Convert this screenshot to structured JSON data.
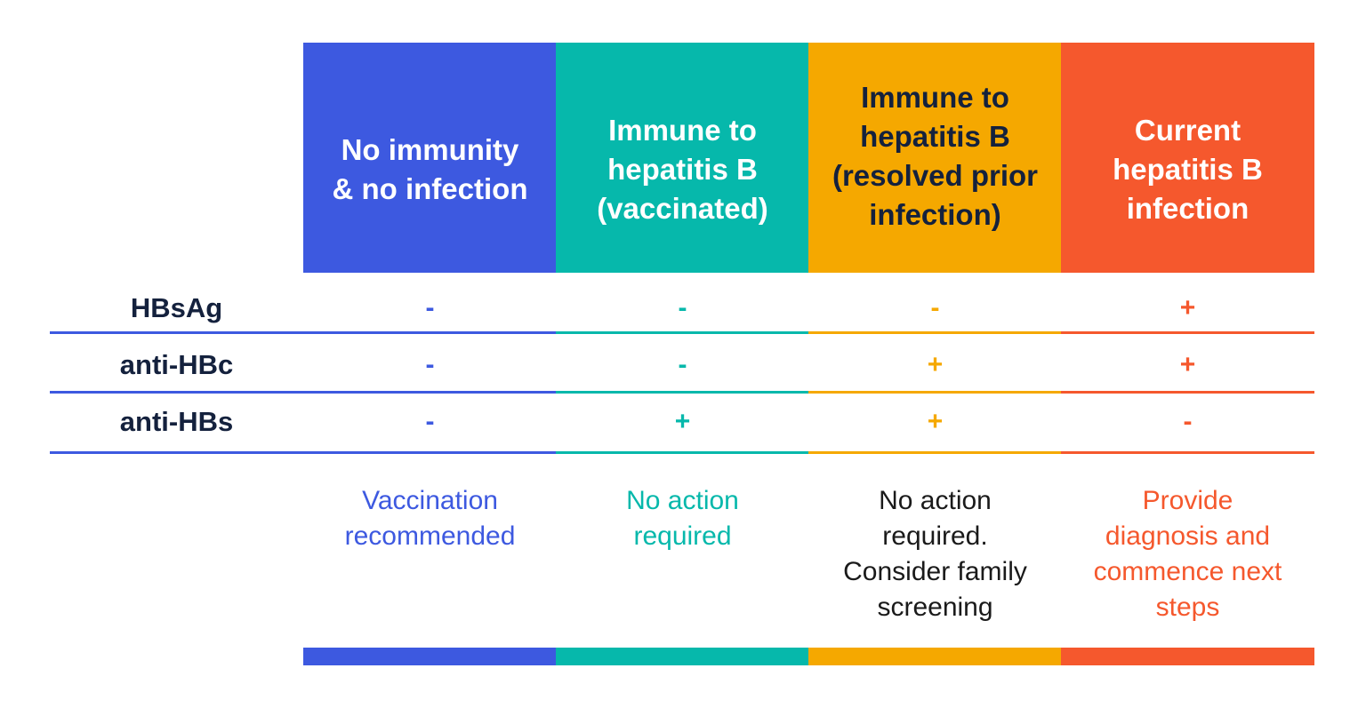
{
  "colors": {
    "blue": "#3d59e0",
    "teal": "#06b8ab",
    "amber": "#f5a800",
    "orange": "#f5582d",
    "navy": "#14213d",
    "black": "#1a1a1a"
  },
  "columns": [
    {
      "header": "No immunity\n& no infection",
      "action": "Vaccination\nrecommended",
      "results": {
        "hbsag": "-",
        "anti_hbc": "-",
        "anti_hbs": "-"
      }
    },
    {
      "header": "Immune to\nhepatitis B\n(vaccinated)",
      "action": "No action\nrequired",
      "results": {
        "hbsag": "-",
        "anti_hbc": "-",
        "anti_hbs": "+"
      }
    },
    {
      "header": "Immune to\nhepatitis B\n(resolved prior\ninfection)",
      "action": "No action\nrequired.\nConsider family\nscreening",
      "results": {
        "hbsag": "-",
        "anti_hbc": "+",
        "anti_hbs": "+"
      }
    },
    {
      "header": "Current\nhepatitis B\ninfection",
      "action": "Provide\ndiagnosis and\ncommence next\nsteps",
      "results": {
        "hbsag": "+",
        "anti_hbc": "+",
        "anti_hbs": "-"
      }
    }
  ],
  "rows": {
    "hbsag": "HBsAg",
    "anti_hbc": "anti-HBc",
    "anti_hbs": "anti-HBs"
  }
}
